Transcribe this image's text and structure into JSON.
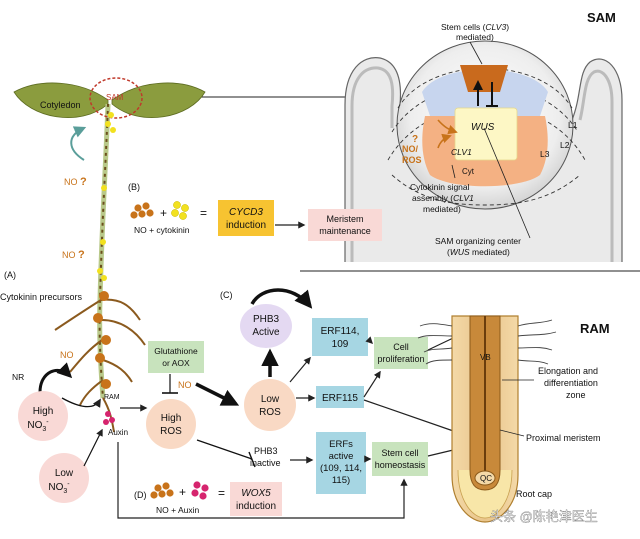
{
  "sam": {
    "title": "SAM",
    "stem_cells": [
      "Stem cells (",
      "CLV3",
      "mediated)"
    ],
    "wus": "WUS",
    "clv1": "CLV1",
    "no_ros": [
      "NO/",
      "ROS"
    ],
    "q": "?",
    "cyt": "Cyt",
    "layers": [
      "L1",
      "L2",
      "L3"
    ],
    "cytokinin_signal": [
      "Cytokinin signal",
      "assembly (",
      "CLV1",
      "mediated)"
    ],
    "organizing": [
      "SAM organizing center",
      "(",
      "WUS",
      " mediated)"
    ]
  },
  "plant": {
    "cotyledon": "Cotyledon",
    "sam_label": "SAM",
    "no_q1": "NO",
    "no_q2": "NO",
    "q": "?",
    "cytokinin_precursors": "Cytokinin precursors",
    "nr": "NR",
    "no_root": "NO",
    "ram_label": "RAM",
    "auxin": "Auxin",
    "high_no3": [
      "High",
      "NO",
      "3",
      "-"
    ],
    "low_no3": [
      "Low",
      "NO",
      "3",
      "-"
    ]
  },
  "panel_labels": {
    "a": "(A)",
    "b": "(B)",
    "c": "(C)",
    "d": "(D)"
  },
  "panel_b": {
    "inputs": "NO + cytokinin",
    "plus": "+",
    "eq": "=",
    "cycd3": [
      "CYCD3",
      "induction"
    ],
    "meristem": [
      "Meristem",
      "maintenance"
    ]
  },
  "panel_c": {
    "glutathione": [
      "Glutathione",
      "or AOX"
    ],
    "no": "NO",
    "high_ros": [
      "High",
      "ROS"
    ],
    "low_ros": [
      "Low",
      "ROS"
    ],
    "phb3_active": [
      "PHB3",
      "Active"
    ],
    "erf114": [
      "ERF114,",
      "109"
    ],
    "erf115": "ERF115",
    "phb3_inactive": [
      "PHB3",
      "inactive"
    ],
    "erfs_active": [
      "ERFs",
      "active",
      "(109, 114,",
      "115)"
    ],
    "cell_prolif": [
      "Cell",
      "proliferation"
    ],
    "stem_homeo": [
      "Stem cell",
      "homeostasis"
    ]
  },
  "panel_d": {
    "inputs": [
      "NO +",
      "Auxin"
    ],
    "plus": "+",
    "eq": "=",
    "wox5": [
      "WOX5",
      "induction"
    ]
  },
  "ram": {
    "title": "RAM",
    "vb": "VB",
    "qc": "QC",
    "elongation": [
      "Elongation and",
      "differentiation",
      "zone"
    ],
    "proximal": "Proximal meristem",
    "root_cap": "Root cap"
  },
  "watermark": "头条 @陈艳津医生",
  "colors": {
    "sam_outline": "#c0392b",
    "yellow_box": "#f7c331",
    "pink_box": "#f9d9d6",
    "blue_box": "#a6d6e3",
    "green_box": "#c8e3bd",
    "ros_circle": "#f9d9c4",
    "leaf": "#8b9c3e",
    "stem_orange": "#c75d12",
    "wus_yellow": "#fdf7c5"
  }
}
